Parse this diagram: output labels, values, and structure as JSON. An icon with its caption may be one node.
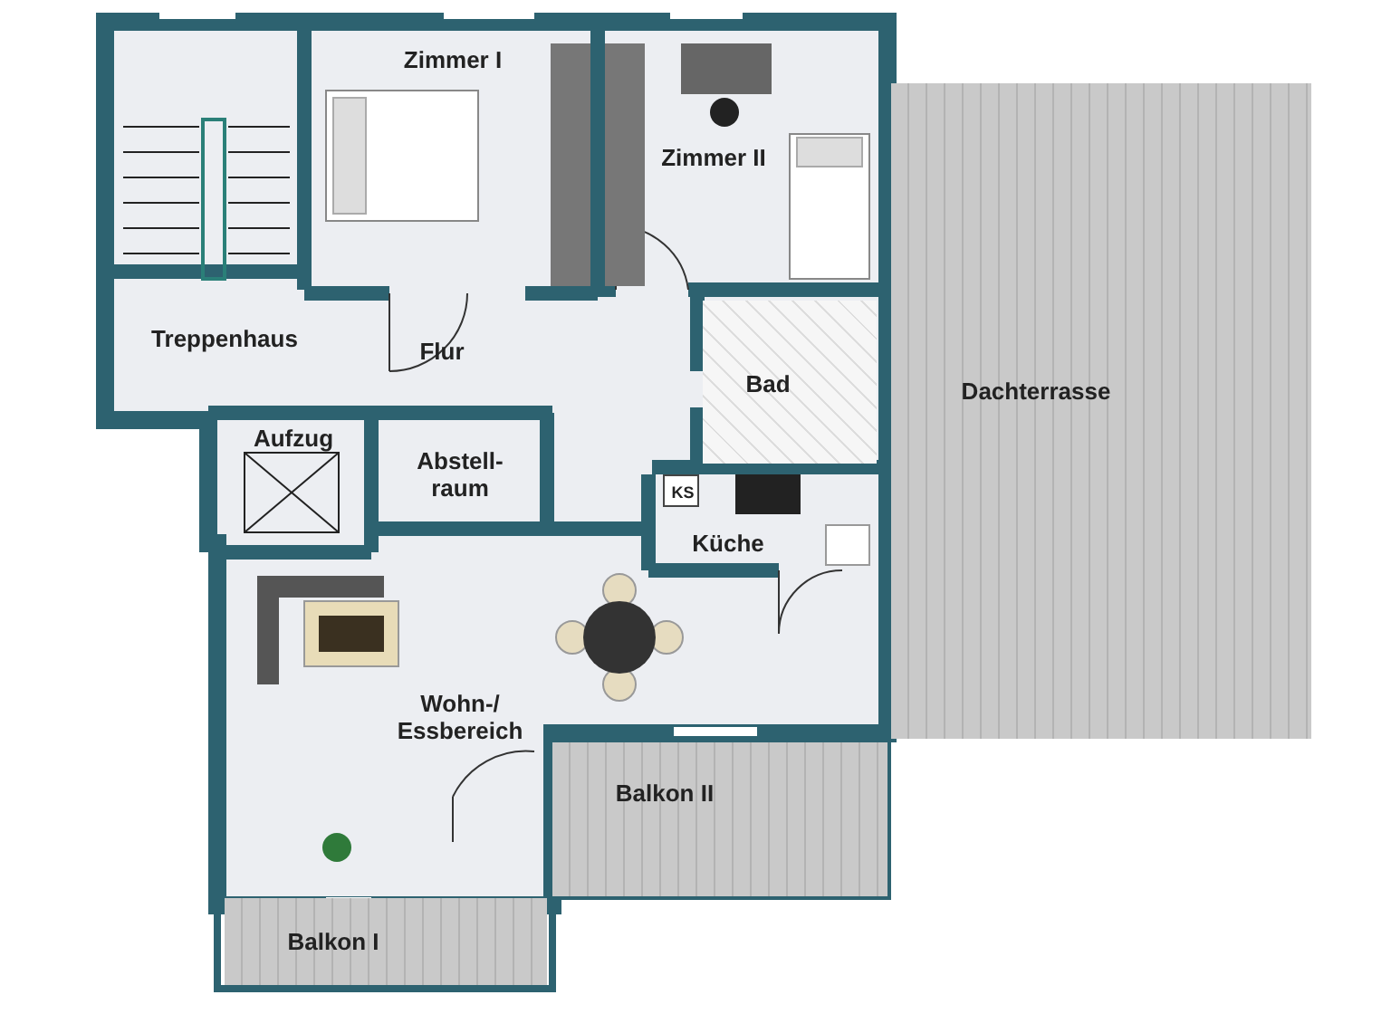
{
  "diagram": {
    "nodes": [
      {
        "text": [
          "Zimmer I"
        ]
      },
      {
        "text": [
          "Zimmer II"
        ]
      },
      {
        "text": [
          "Treppenhaus"
        ]
      },
      {
        "text": [
          "Flur"
        ]
      },
      {
        "text": [
          "Bad"
        ]
      },
      {
        "text": [
          "Dachterrasse"
        ]
      },
      {
        "text": [
          "Aufzug"
        ]
      },
      {
        "text": [
          "Abstell- raum"
        ]
      },
      {
        "text": [
          "Küche"
        ]
      },
      {
        "text": [
          "KS"
        ],
        "in": 8
      },
      {
        "text": [
          "Wohn-/ Essbereich"
        ]
      },
      {
        "text": [
          "Balkon II"
        ]
      },
      {
        "text": [
          "Balkon I"
        ]
      }
    ]
  }
}
